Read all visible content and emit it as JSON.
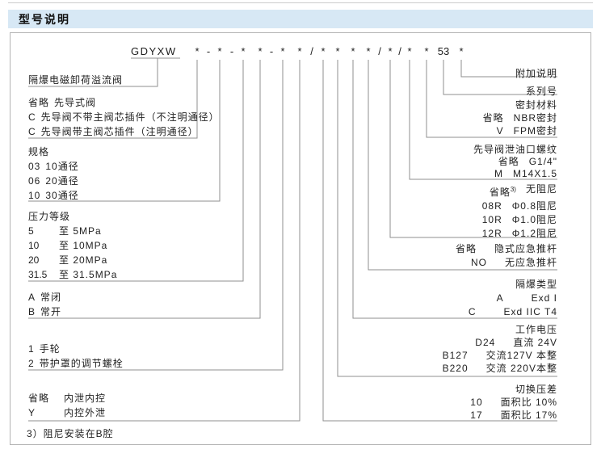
{
  "page": {
    "header_title": "型号说明"
  },
  "code": {
    "prefix": "GDYXW",
    "full": "GDYXW *-*-* *-* */* * * */*/* * 53 *",
    "symbols": [
      "*",
      "-",
      "*",
      "-",
      "*",
      "*",
      "-",
      "*",
      "*",
      "/",
      "*",
      "*",
      "*",
      "*",
      "/",
      "*",
      "/",
      "*",
      "*",
      "53",
      "*"
    ]
  },
  "left": {
    "title": "隔爆电磁卸荷溢流阀",
    "blocks": [
      {
        "rows": [
          {
            "key": "省略",
            "value": "先导式阀"
          },
          {
            "key": "C",
            "value": "先导阀不带主阀芯插件（不注明通径）"
          },
          {
            "key": "C",
            "value": "先导阀带主阀芯插件（注明通径）"
          }
        ]
      },
      {
        "title": "规格",
        "rows": [
          {
            "key": "03",
            "value": "10通径"
          },
          {
            "key": "06",
            "value": "20通径"
          },
          {
            "key": "10",
            "value": "30通径"
          }
        ]
      },
      {
        "title": "压力等级",
        "rows": [
          {
            "key": "5",
            "value": "至 5MPa"
          },
          {
            "key": "10",
            "value": "至 10MPa"
          },
          {
            "key": "20",
            "value": "至 20MPa"
          },
          {
            "key": "31.5",
            "value": "至 31.5MPa"
          }
        ]
      },
      {
        "rows": [
          {
            "key": "A",
            "value": "常闭"
          },
          {
            "key": "B",
            "value": "常开"
          }
        ]
      },
      {
        "rows": [
          {
            "key": "1",
            "value": "手轮"
          },
          {
            "key": "2",
            "value": "带护罩的调节螺栓"
          }
        ]
      },
      {
        "rows": [
          {
            "key": "省略",
            "value": "内泄内控"
          },
          {
            "key": "Y",
            "value": "内控外泄"
          }
        ]
      }
    ],
    "footnote": "3）阻尼安装在B腔"
  },
  "right": {
    "blocks": [
      {
        "title": "附加说明"
      },
      {
        "title": "系列号"
      },
      {
        "title": "密封材料",
        "rows": [
          {
            "key": "省略",
            "value": "NBR密封"
          },
          {
            "key": "V",
            "value": "FPM密封"
          }
        ]
      },
      {
        "title": "先导阀泄油口螺纹",
        "rows": [
          {
            "key": "省略",
            "value": "G1/4\""
          },
          {
            "key": "M",
            "value": "M14X1.5"
          }
        ]
      },
      {
        "rows": [
          {
            "key": "省略",
            "sup": "3)",
            "value": "无阻尼"
          },
          {
            "key": "08R",
            "value": "Φ0.8阻尼"
          },
          {
            "key": "10R",
            "value": "Φ1.0阻尼"
          },
          {
            "key": "12R",
            "value": "Φ1.2阻尼"
          }
        ]
      },
      {
        "rows": [
          {
            "key": "省略",
            "value": "隐式应急推杆"
          },
          {
            "key": "NO",
            "value": "无应急推杆"
          }
        ]
      },
      {
        "title": "隔爆类型",
        "rows": [
          {
            "key": "A",
            "value": "Exd I"
          },
          {
            "key": "C",
            "value": "Exd IIC T4"
          }
        ]
      },
      {
        "title": "工作电压",
        "rows": [
          {
            "key": "D24",
            "value": "直流 24V"
          },
          {
            "key": "B127",
            "value": "交流127V 本整"
          },
          {
            "key": "B220",
            "value": "交流 220V本整"
          }
        ]
      },
      {
        "title": "切换压差",
        "rows": [
          {
            "key": "10",
            "value": "面积比  10%"
          },
          {
            "key": "17",
            "value": "面积比  17%"
          }
        ]
      }
    ]
  }
}
